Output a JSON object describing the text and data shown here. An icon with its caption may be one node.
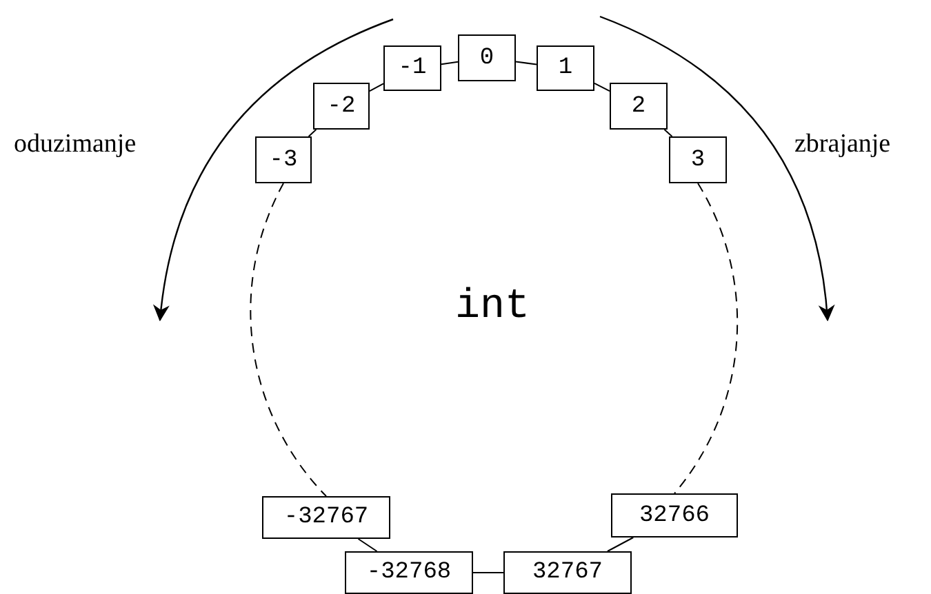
{
  "diagram": {
    "nodes": [
      {
        "text": [
          "0"
        ]
      },
      {
        "text": [
          "-1"
        ]
      },
      {
        "text": [
          "1"
        ]
      },
      {
        "text": [
          "-2"
        ]
      },
      {
        "text": [
          "2"
        ]
      },
      {
        "text": [
          "-3"
        ]
      },
      {
        "text": [
          "3"
        ]
      },
      {
        "text": [
          "-32767"
        ]
      },
      {
        "text": [
          "32766"
        ]
      },
      {
        "text": [
          "-32768"
        ]
      },
      {
        "text": [
          "32767"
        ]
      }
    ],
    "edges": [
      {
        "from": 1,
        "to": 0,
        "arrow": "none"
      },
      {
        "from": 0,
        "to": 2,
        "arrow": "none"
      },
      {
        "from": 3,
        "to": 1,
        "arrow": "none"
      },
      {
        "from": 2,
        "to": 4,
        "arrow": "none"
      },
      {
        "from": 5,
        "to": 3,
        "arrow": "none"
      },
      {
        "from": 4,
        "to": 6,
        "arrow": "none"
      },
      {
        "from": 5,
        "to": 7,
        "arrow": "none",
        "style": "dashed"
      },
      {
        "from": 6,
        "to": 8,
        "arrow": "none",
        "style": "dashed"
      },
      {
        "from": 7,
        "to": 9,
        "arrow": "none"
      },
      {
        "from": 8,
        "to": 10,
        "arrow": "none"
      },
      {
        "from": 9,
        "to": 10,
        "arrow": "none"
      }
    ],
    "labels": [
      "oduzimanje",
      "zbrajanje",
      "int"
    ]
  }
}
